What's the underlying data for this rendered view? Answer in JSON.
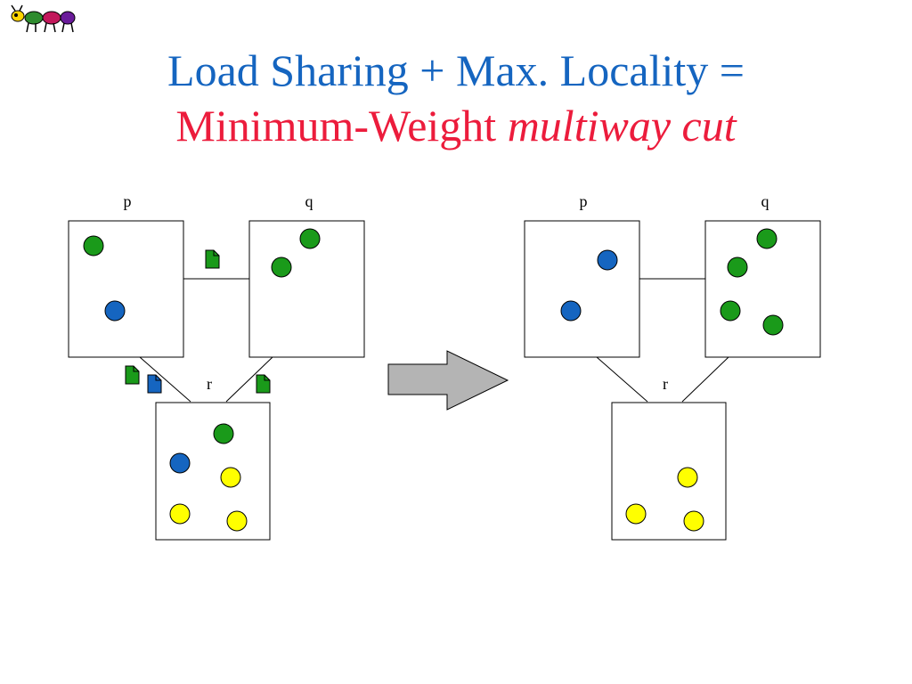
{
  "title": {
    "line1": "Load Sharing + Max. Locality =",
    "line2_normal": "Minimum-Weight ",
    "line2_italic": "multiway cut"
  },
  "colors": {
    "title_blue": "#1565c0",
    "title_red": "#ec1c3c",
    "green": "#1a9a1a",
    "blue": "#1565c0",
    "yellow": "#ffff00",
    "arrow_fill": "#b4b4b4"
  },
  "before": {
    "labels": {
      "p": "p",
      "q": "q",
      "r": "r"
    }
  },
  "after": {
    "labels": {
      "p": "p",
      "q": "q",
      "r": "r"
    }
  },
  "arrow_icon": "right-arrow-icon",
  "file_icon": "document-icon"
}
